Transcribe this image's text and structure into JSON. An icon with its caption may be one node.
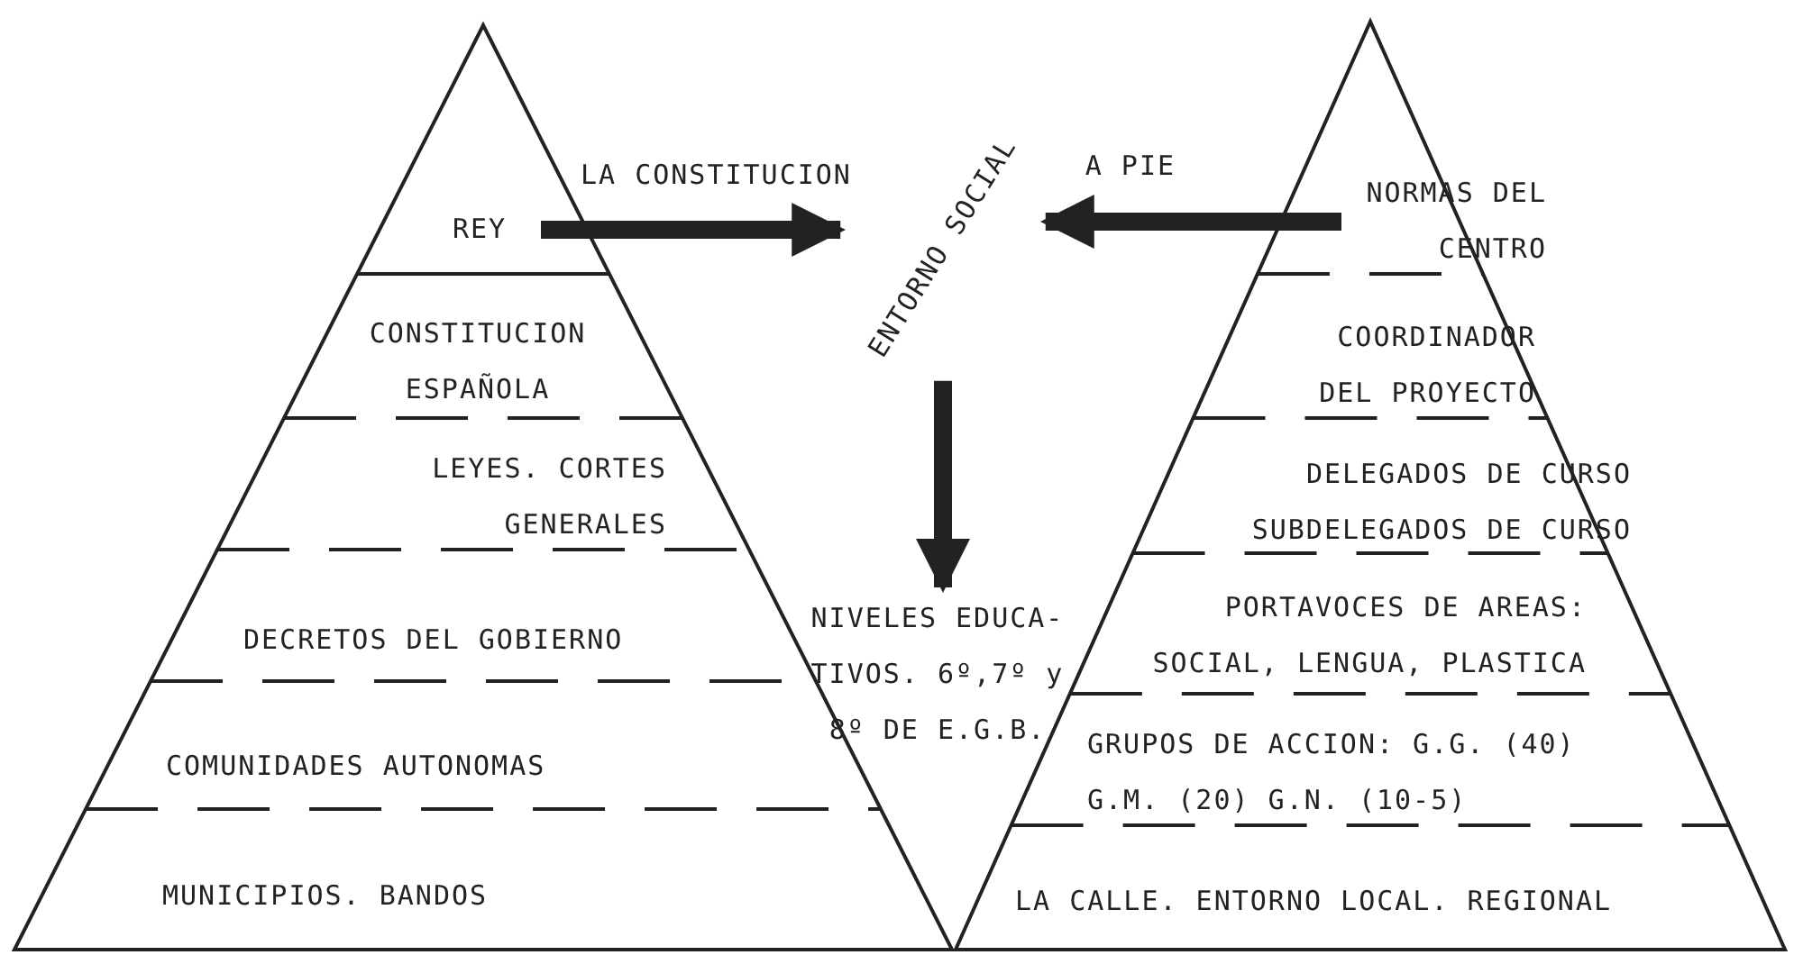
{
  "diagram": {
    "nodes": [
      {
        "text": [],
        "shape": "triangle"
      },
      {
        "text": [
          "REY"
        ],
        "in": 0
      },
      {
        "text": [
          "CONSTITUCION ESPAÑOLA"
        ],
        "in": 0
      },
      {
        "text": [
          "LEYES. CORTES GENERALES"
        ],
        "in": 0
      },
      {
        "text": [
          "DECRETOS DEL GOBIERNO"
        ],
        "in": 0
      },
      {
        "text": [
          "COMUNIDADES AUTONOMAS"
        ],
        "in": 0
      },
      {
        "text": [
          "MUNICIPIOS. BANDOS"
        ],
        "in": 0
      },
      {
        "text": [
          "ENTORNO SOCIAL"
        ]
      },
      {
        "text": [
          "NIVELES EDUCA- TIVOS. 6º,7º y 8º DE E.G.B."
        ]
      },
      {
        "text": [],
        "shape": "triangle"
      },
      {
        "text": [
          "NORMAS DEL CENTRO"
        ],
        "in": 9
      },
      {
        "text": [
          "COORDINADOR DEL PROYECTO"
        ],
        "in": 9
      },
      {
        "text": [
          "DELEGADOS DE CURSO SUBDELEGADOS DE CURSO"
        ],
        "in": 9
      },
      {
        "text": [
          "PORTAVOCES DE AREAS: SOCIAL, LENGUA, PLASTICA"
        ],
        "in": 9
      },
      {
        "text": [
          "GRUPOS DE ACCION: G.G. (40) G.M. (20) G.N. (10-5)"
        ],
        "in": 9
      },
      {
        "text": [
          "LA CALLE. ENTORNO LOCAL. REGIONAL"
        ],
        "in": 9
      }
    ],
    "edges": [
      {
        "from": 1,
        "to": 7,
        "arrow": "to",
        "label": "LA CONSTITUCION"
      },
      {
        "from": 10,
        "to": 7,
        "arrow": "to",
        "label": "A PIE"
      },
      {
        "from": 7,
        "to": 8,
        "arrow": "to"
      }
    ]
  }
}
